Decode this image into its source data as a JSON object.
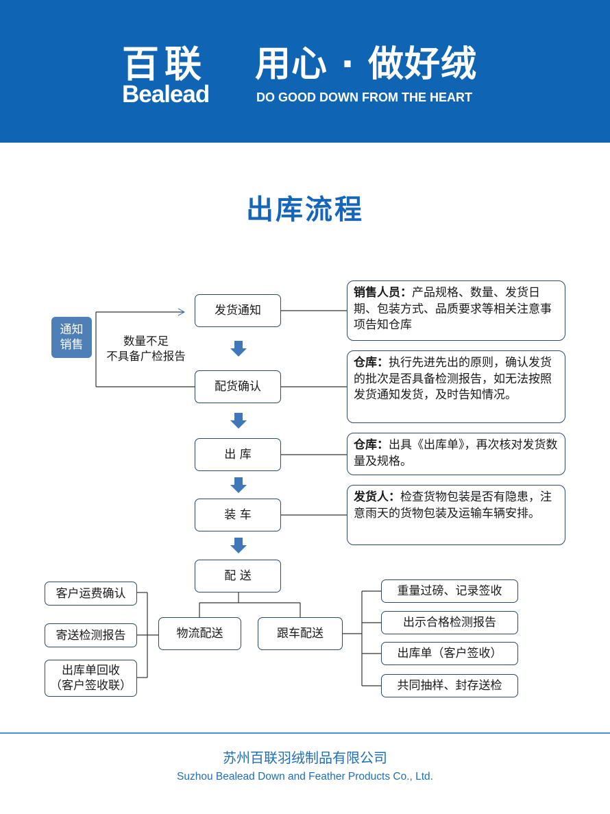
{
  "header": {
    "brand_cn": "百联",
    "brand_en": "Bealead",
    "slogan_cn": "用心 · 做好绒",
    "slogan_en": "DO GOOD DOWN FROM THE HEART"
  },
  "title": "出库流程",
  "side_tag": {
    "line1": "通知",
    "line2": "销售"
  },
  "side_label": {
    "line1": "数量不足",
    "line2": "不具备广检报告"
  },
  "steps": [
    "发货通知",
    "配货确认",
    "出 库",
    "装 车",
    "配 送"
  ],
  "notes": [
    {
      "role": "销售人员：",
      "text": "产品规格、数量、发货日期、包装方式、品质要求等相关注意事项告知仓库"
    },
    {
      "role": "仓库：",
      "text": "执行先进先出的原则，确认发货的批次是否具备检测报告，如无法按照发货通知发货，及时告知情况。"
    },
    {
      "role": "仓库：",
      "text": "出具《出库单》，再次核对发货数量及规格。"
    },
    {
      "role": "发货人：",
      "text": "检查货物包装是否有隐患，注意雨天的货物包装及运输车辆安排。"
    }
  ],
  "branches": {
    "logistics": "物流配送",
    "follow": "跟车配送"
  },
  "logistics_items": [
    "客户运费确认",
    "寄送检测报告",
    "出库单回收",
    "（客户签收联）"
  ],
  "follow_items": [
    "重量过磅、记录签收",
    "出示合格检测报告",
    "出库单（客户签收）",
    "共同抽样、封存送检"
  ],
  "footer": {
    "company_cn": "苏州百联羽绒制品有限公司",
    "company_en": "Suzhou Bealead Down and Feather Products Co., Ltd."
  },
  "colors": {
    "banner": "#0f64b4",
    "title": "#1565b8",
    "arrow": "#3f77b8",
    "tag": "#4e7fb6",
    "border": "#2a4a66"
  }
}
